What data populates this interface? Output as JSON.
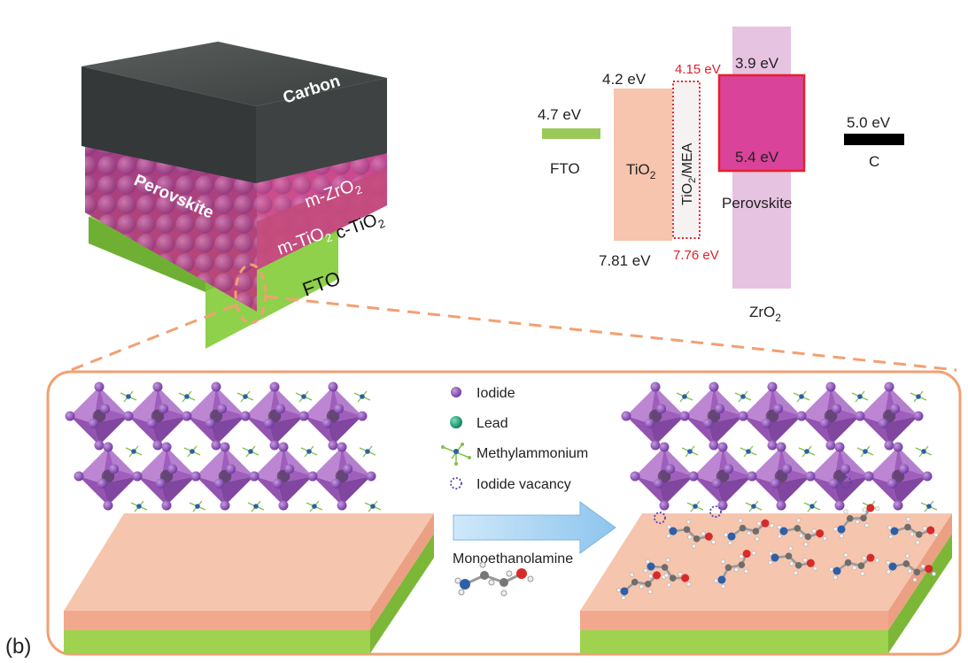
{
  "panel_label": "(b)",
  "device": {
    "layers": {
      "carbon": "Carbon",
      "perovskite": "Perovskite",
      "m_zro2": "m-ZrO",
      "m_tio2": "m-TiO",
      "c_tio2": "c-TiO",
      "fto": "FTO",
      "subscript_2": "2"
    }
  },
  "energy_diagram": {
    "fto": {
      "level": "4.7 eV",
      "label": "FTO"
    },
    "tio2": {
      "top": "4.2 eV",
      "bottom": "7.81 eV",
      "label": "TiO",
      "sub": "2"
    },
    "tio2_mea": {
      "top": "4.15 eV",
      "bottom": "7.76 eV",
      "label_pre": "TiO",
      "sub": "2",
      "label_post": "/MEA"
    },
    "perovskite": {
      "top": "3.9 eV",
      "bottom": "5.4 eV",
      "label": "Perovskite"
    },
    "zro2": {
      "label": "ZrO",
      "sub": "2"
    },
    "carbon": {
      "level": "5.0 eV",
      "label": "C"
    },
    "colors": {
      "fto": "#9bc85a",
      "tio2": "#f7c4ae",
      "mea": "#e0202a",
      "zro2": "#e7c3e2",
      "perovskite_fill": "#d9439a",
      "perovskite_border": "#e8202a",
      "carbon": "#000000"
    }
  },
  "legend": {
    "items": [
      {
        "label": "Iodide",
        "icon": "iodide-dot-icon"
      },
      {
        "label": "Lead",
        "icon": "lead-dot-icon"
      },
      {
        "label": "Methylammonium",
        "icon": "methylammonium-icon"
      },
      {
        "label": "Iodide vacancy",
        "icon": "vacancy-circle-icon"
      }
    ],
    "molecule_label": "Monoethanolamine"
  },
  "colors": {
    "accent_orange": "#f2a072",
    "octahedron": "#a55cc0",
    "substrate_top": "#f6c5ae",
    "substrate_green": "#9ed24f",
    "arrow": "#9ecff0"
  }
}
